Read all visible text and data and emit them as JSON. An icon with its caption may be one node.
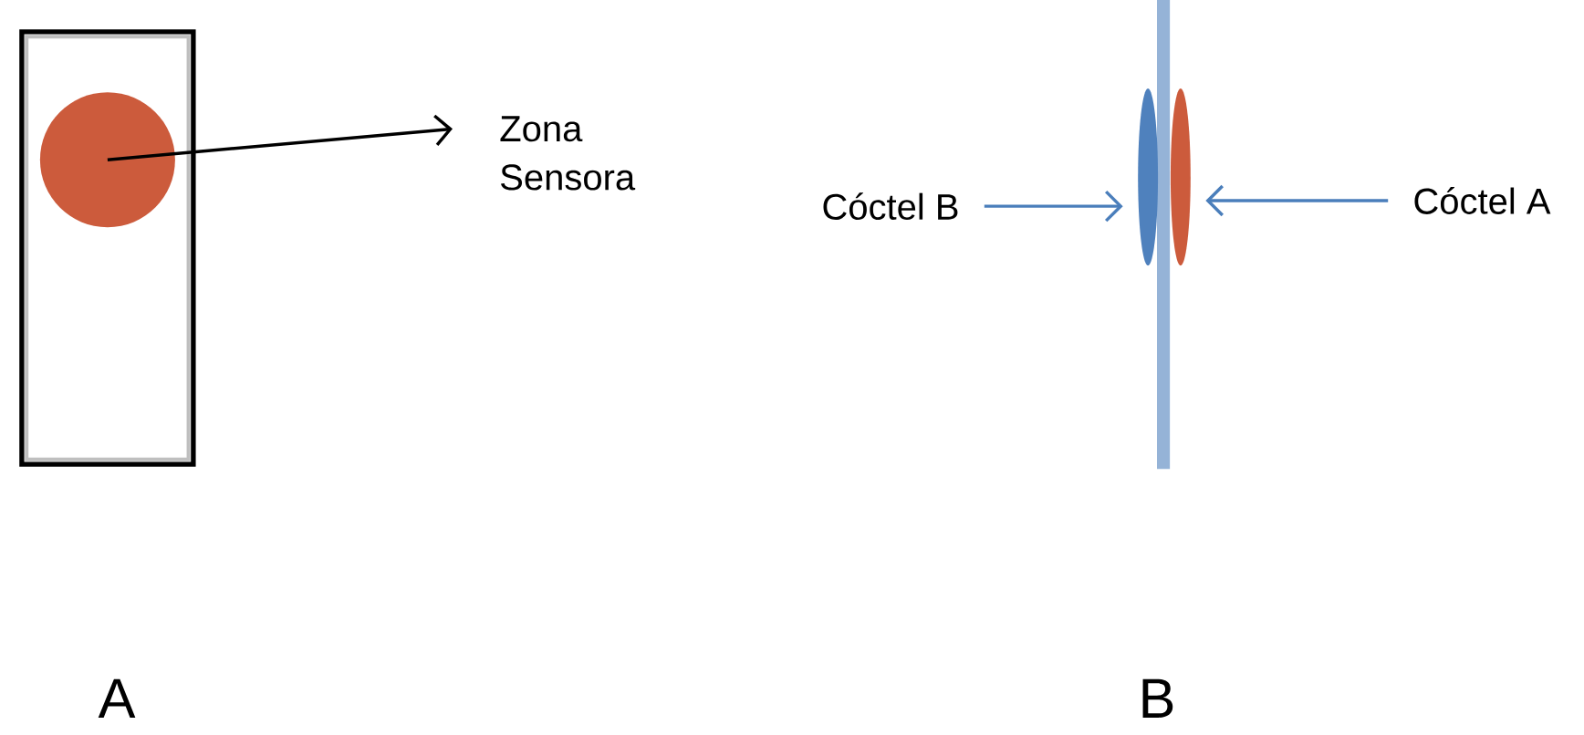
{
  "diagram": {
    "nodes": [
      {
        "text": [],
        "shape": "box"
      },
      {
        "text": [],
        "shape": "circle",
        "in": 0
      },
      {
        "text": [
          "Zona Sensora"
        ]
      },
      {
        "text": [
          "Cóctel B"
        ]
      },
      {
        "text": [],
        "shape": "ellipse"
      },
      {
        "text": [],
        "shape": "ellipse"
      },
      {
        "text": [
          "Cóctel A"
        ]
      }
    ],
    "edges": [
      {
        "from": 1,
        "to": 2,
        "arrow": "to",
        "color": "#000000"
      },
      {
        "from": 3,
        "to": 4,
        "arrow": "to",
        "color": "#4a7ebb"
      },
      {
        "from": 6,
        "to": 5,
        "arrow": "to",
        "color": "#4a7ebb"
      }
    ],
    "labels": [
      "A",
      "B"
    ]
  }
}
